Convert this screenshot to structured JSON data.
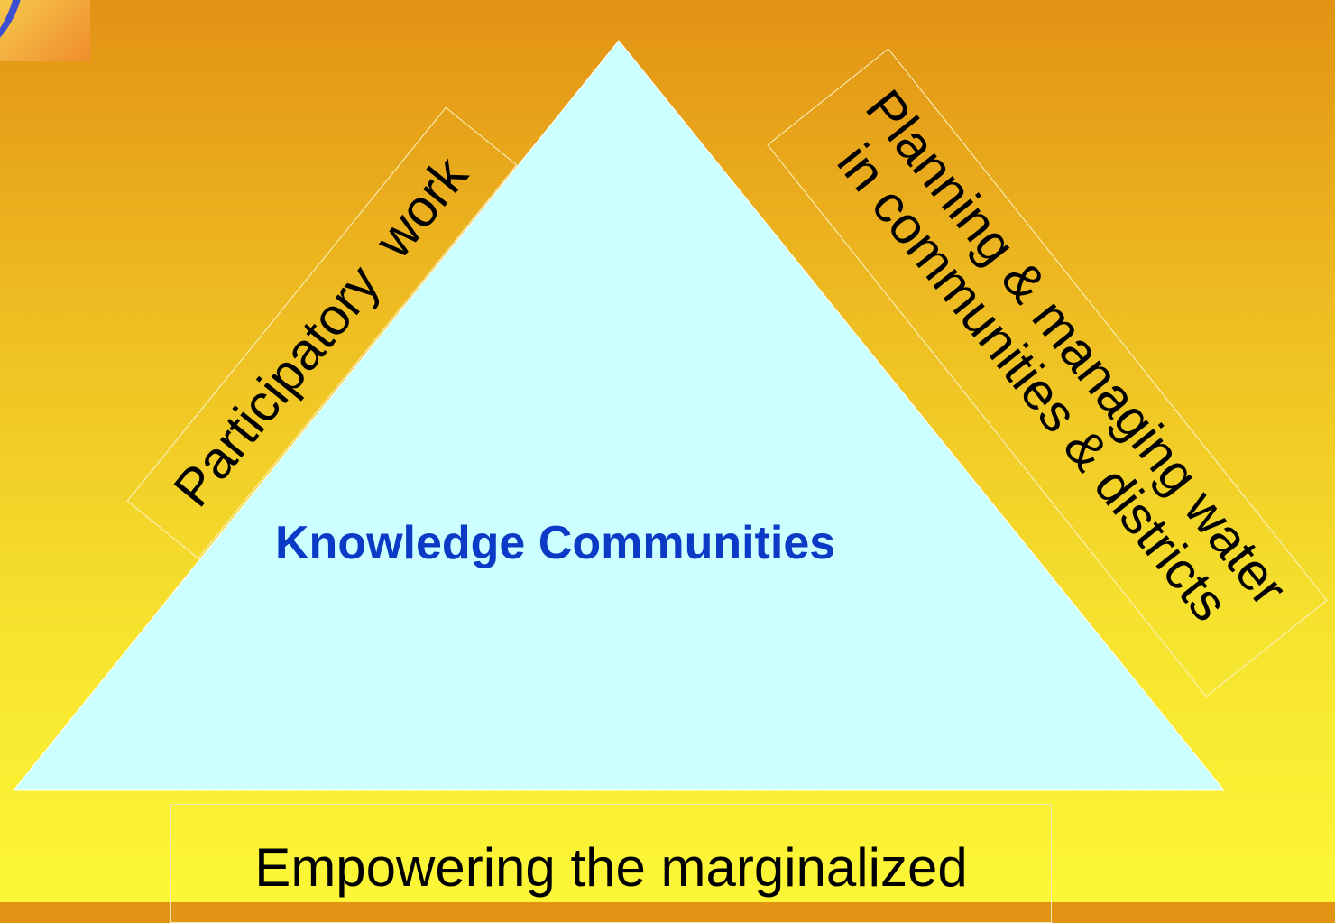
{
  "center_label": "Knowledge Communities",
  "left_side_label": "Participatory  work",
  "right_side_label_line1": "Planning & managing water",
  "right_side_label_line2": "in communities & districts",
  "bottom_label": "Empowering the marginalized",
  "colors": {
    "triangle_fill": "#ccffff",
    "center_text": "#0b3bc6",
    "background_top": "#e29214",
    "background_bottom": "#fdf737"
  }
}
